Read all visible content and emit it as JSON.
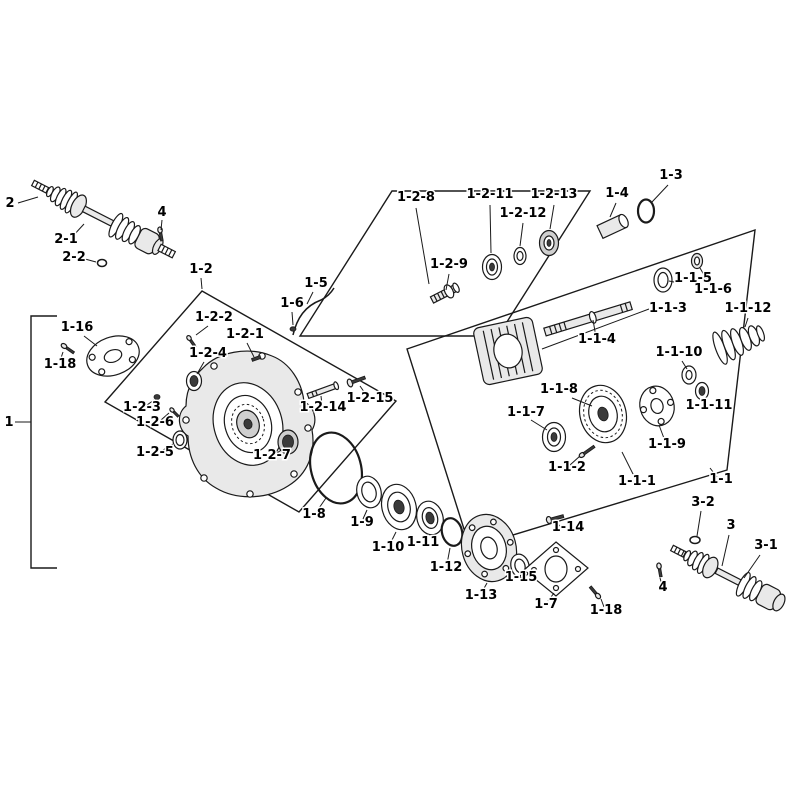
{
  "diagram": {
    "type": "exploded-parts-diagram",
    "background_color": "#ffffff",
    "line_color": "#1a1a1a"
  },
  "labels": [
    "2",
    "2-1",
    "2-2",
    "4",
    "1-3",
    "1-4",
    "1-2-8",
    "1-2-11",
    "1-2-13",
    "1-2-12",
    "1-2-9",
    "1-2",
    "1-5",
    "1-6",
    "1-1-5",
    "1-1-6",
    "1-1-3",
    "1-1-12",
    "1-2-2",
    "1-2-1",
    "1-16",
    "1-2-4",
    "1-18",
    "1-1-4",
    "1-1-10",
    "1-2-3",
    "1-2-6",
    "1-2-14",
    "1-2-15",
    "1-1-8",
    "1-1-11",
    "1-1-7",
    "1-2-5",
    "1-2-7",
    "1-1-9",
    "1",
    "1-1-2",
    "1-1-1",
    "1-1",
    "1-8",
    "1-9",
    "3-2",
    "3",
    "1-10",
    "1-11",
    "3-1",
    "1-12",
    "1-14",
    "1-15",
    "1-13",
    "4",
    "1-7",
    "1-18"
  ]
}
